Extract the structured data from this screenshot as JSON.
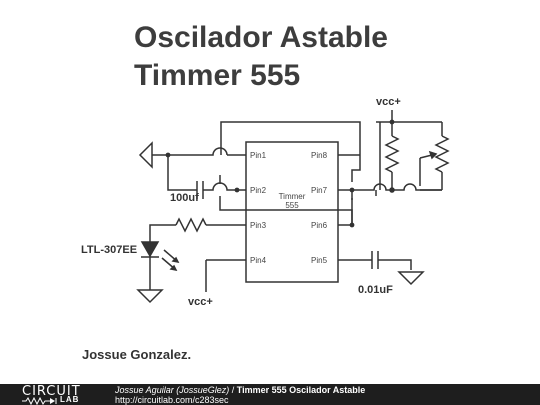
{
  "title": {
    "line1": "Oscilador Astable",
    "line2": "Timmer 555"
  },
  "ic": {
    "name_line1": "Timmer",
    "name_line2": "555",
    "pins_left": [
      "Pin1",
      "Pin2",
      "Pin3",
      "Pin4"
    ],
    "pins_right": [
      "Pin8",
      "Pin7",
      "Pin6",
      "Pin5"
    ]
  },
  "labels": {
    "vcc_top": "vcc+",
    "vcc_bottom": "vcc+",
    "cap_timing": "100uf",
    "cap_control": "0.01uF",
    "led": "LTL-307EE"
  },
  "author_note": "Jossue Gonzalez.",
  "footer": {
    "logo_top": "CIRCUIT",
    "logo_bottom": "LAB",
    "author": "Jossue Aguilar (JossueGlez)",
    "separator": " / ",
    "project": "Timmer 555 Oscilador Astable",
    "url": "http://circuitlab.com/c283sec"
  }
}
